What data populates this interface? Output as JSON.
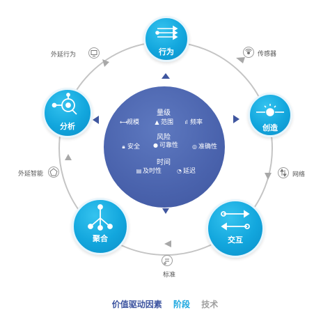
{
  "colors": {
    "node_blue": "#12a6dd",
    "center_blue": "#4a63ad",
    "ring_gray": "#bdbdbd",
    "legend_value_drivers": "#3d54a0",
    "legend_stage": "#1aa6df",
    "legend_technology": "#a0a0a0"
  },
  "stages": [
    {
      "label": "行为",
      "icon": "arrows-icon"
    },
    {
      "label": "创造",
      "icon": "lightbulb-icon"
    },
    {
      "label": "交互",
      "icon": "exchange-icon"
    },
    {
      "label": "聚合",
      "icon": "network-icon"
    },
    {
      "label": "分析",
      "icon": "magnifier-icon"
    }
  ],
  "technologies": [
    {
      "label": "传感器",
      "icon": "sensor-icon"
    },
    {
      "label": "网络",
      "icon": "network-arrows-icon"
    },
    {
      "label": "标准",
      "icon": "standard-icon"
    },
    {
      "label": "外延智能",
      "icon": "pentagon-icon"
    },
    {
      "label": "外延行为",
      "icon": "monitor-icon"
    }
  ],
  "center": {
    "groups": [
      {
        "title": "量级",
        "items": [
          {
            "icon": "scale-icon",
            "label": "规模"
          },
          {
            "icon": "mountain-icon",
            "label": "范围"
          },
          {
            "icon": "signal-icon",
            "label": "频率"
          }
        ]
      },
      {
        "title": "风险",
        "items": [
          {
            "icon": "lock-icon",
            "label": "安全"
          },
          {
            "icon": "pin-icon",
            "label": "可靠性"
          },
          {
            "icon": "target-icon",
            "label": "准确性"
          }
        ]
      },
      {
        "title": "时间",
        "items": [
          {
            "icon": "document-icon",
            "label": "及时性"
          },
          {
            "icon": "clock-icon",
            "label": "延迟"
          }
        ]
      }
    ]
  },
  "legend": [
    "价值驱动因素",
    "阶段",
    "技术"
  ]
}
